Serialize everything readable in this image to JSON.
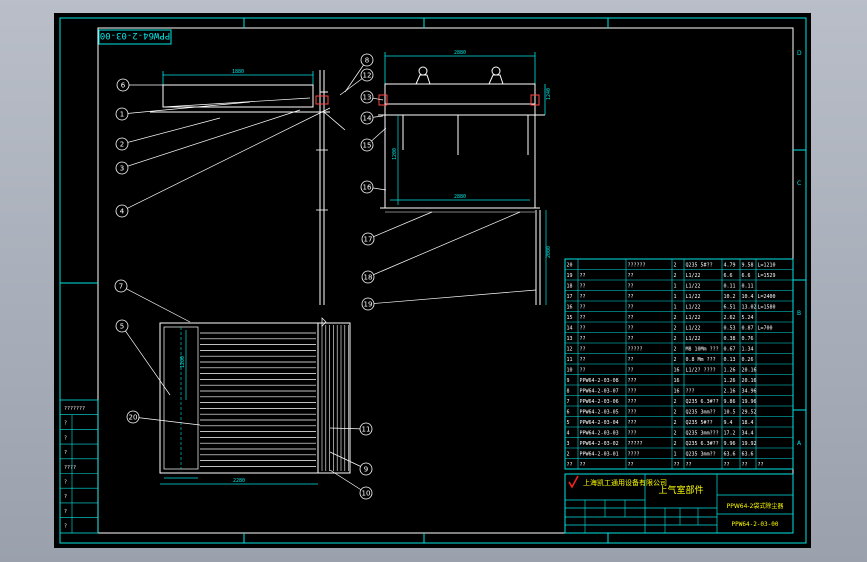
{
  "drawing_number_rotated": "PPW64-2-03-00",
  "company": "上海凯工通用设备有限公司",
  "gas_chamber_label": "上气室部件",
  "drawing_title": "PPW64-2袋式除尘器",
  "drawing_number": "PPW64-2-03-00",
  "dims": {
    "top_width": "1880",
    "right_top_width": "2880",
    "right_height": "1240",
    "right_bottom_width": "2880",
    "right_side_height": "2000",
    "bottom_width": "2280",
    "bottom_small": "1200",
    "left_inner_height": "1200"
  },
  "callouts": [
    "6",
    "1",
    "2",
    "3",
    "4",
    "8",
    "12",
    "13",
    "14",
    "15",
    "16",
    "17",
    "18",
    "19",
    "7",
    "5",
    "20",
    "11",
    "9",
    "10"
  ],
  "bom_rows": [
    {
      "no": "20",
      "code": "",
      "name": "??????",
      "qty": "2",
      "mat": "Q235 5#??",
      "w1": "4.79",
      "w2": "9.58",
      "note": "L=1210"
    },
    {
      "no": "19",
      "code": "??",
      "name": "??",
      "qty": "2",
      "mat": "L1/22",
      "w1": "6.6",
      "w2": "6.6",
      "note": "L=1529"
    },
    {
      "no": "18",
      "code": "??",
      "name": "??",
      "qty": "1",
      "mat": "L1/22",
      "w1": "0.11",
      "w2": "0.11",
      "note": ""
    },
    {
      "no": "17",
      "code": "??",
      "name": "??",
      "qty": "1",
      "mat": "L1/22",
      "w1": "10.2",
      "w2": "10.4",
      "note": "L=2400"
    },
    {
      "no": "16",
      "code": "??",
      "name": "??",
      "qty": "1",
      "mat": "L1/22",
      "w1": "6.51",
      "w2": "13.02",
      "note": "L=1580"
    },
    {
      "no": "15",
      "code": "??",
      "name": "??",
      "qty": "2",
      "mat": "L1/22",
      "w1": "2.62",
      "w2": "5.24",
      "note": ""
    },
    {
      "no": "14",
      "code": "??",
      "name": "??",
      "qty": "2",
      "mat": "L1/22",
      "w1": "0.53",
      "w2": "0.87",
      "note": "L=700"
    },
    {
      "no": "13",
      "code": "??",
      "name": "??",
      "qty": "2",
      "mat": "L1/22",
      "w1": "0.38",
      "w2": "0.76",
      "note": ""
    },
    {
      "no": "12",
      "code": "??",
      "name": "?????",
      "qty": "2",
      "mat": "M8 10Mm ???",
      "w1": "0.67",
      "w2": "1.34",
      "note": ""
    },
    {
      "no": "11",
      "code": "??",
      "name": "??",
      "qty": "2",
      "mat": "0.8 Mm ???",
      "w1": "0.13",
      "w2": "0.26",
      "note": ""
    },
    {
      "no": "10",
      "code": "??",
      "name": "??",
      "qty": "16",
      "mat": "L1/2? ????",
      "w1": "1.26",
      "w2": "20.16",
      "note": ""
    },
    {
      "no": "9",
      "code": "PPW64-2-03-08",
      "name": "???",
      "qty": "16",
      "mat": "",
      "w1": "1.26",
      "w2": "20.16",
      "note": ""
    },
    {
      "no": "8",
      "code": "PPW64-2-03-07",
      "name": "???",
      "qty": "16",
      "mat": "???",
      "w1": "2.16",
      "w2": "34.96",
      "note": ""
    },
    {
      "no": "7",
      "code": "PPW64-2-03-06",
      "name": "???",
      "qty": "2",
      "mat": "Q235 6.3#??",
      "w1": "9.86",
      "w2": "19.96",
      "note": ""
    },
    {
      "no": "6",
      "code": "PPW64-2-03-05",
      "name": "???",
      "qty": "2",
      "mat": "Q235 3mm??",
      "w1": "10.5",
      "w2": "29.52",
      "note": ""
    },
    {
      "no": "5",
      "code": "PPW64-2-03-04",
      "name": "???",
      "qty": "2",
      "mat": "Q235 5#??",
      "w1": "9.4",
      "w2": "18.4",
      "note": ""
    },
    {
      "no": "4",
      "code": "PPW64-2-03-03",
      "name": "???",
      "qty": "2",
      "mat": "Q235 3mm???",
      "w1": "17.2",
      "w2": "34.4",
      "note": ""
    },
    {
      "no": "3",
      "code": "PPW64-2-03-02",
      "name": "?????",
      "qty": "2",
      "mat": "Q235 6.3#??",
      "w1": "9.96",
      "w2": "19.92",
      "note": ""
    },
    {
      "no": "2",
      "code": "PPW64-2-03-01",
      "name": "????",
      "qty": "1",
      "mat": "Q235 3mm??",
      "w1": "63.6",
      "w2": "63.6",
      "note": ""
    }
  ],
  "bom_footer": {
    "no": "??",
    "code": "??",
    "name": "??",
    "qty": "??",
    "mat": "??",
    "w1": "??",
    "w2": "??",
    "note": "??"
  },
  "left_strip": [
    "???????",
    "?",
    "?",
    "?",
    "????",
    "?",
    "?",
    "?",
    "?"
  ]
}
